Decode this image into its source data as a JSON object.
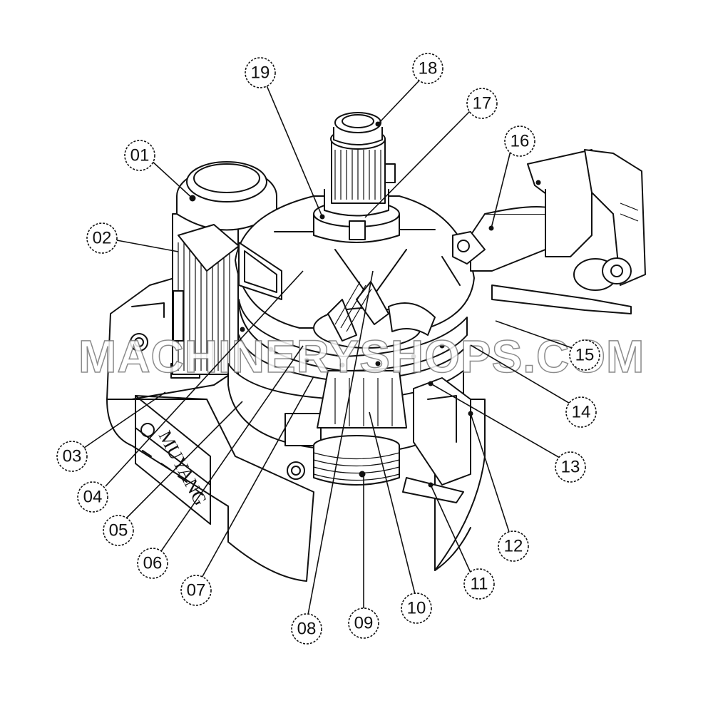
{
  "diagram": {
    "brand_label": "MUYANG",
    "watermark": "MACHINERYSHOPS.COM",
    "callouts": [
      {
        "id": "01",
        "label": "01"
      },
      {
        "id": "02",
        "label": "02"
      },
      {
        "id": "03",
        "label": "03"
      },
      {
        "id": "04",
        "label": "04"
      },
      {
        "id": "05",
        "label": "05"
      },
      {
        "id": "06",
        "label": "06"
      },
      {
        "id": "07",
        "label": "07"
      },
      {
        "id": "08",
        "label": "08"
      },
      {
        "id": "09",
        "label": "09"
      },
      {
        "id": "10",
        "label": "10"
      },
      {
        "id": "11",
        "label": "11"
      },
      {
        "id": "12",
        "label": "12"
      },
      {
        "id": "13",
        "label": "13"
      },
      {
        "id": "14",
        "label": "14"
      },
      {
        "id": "15",
        "label": "15"
      },
      {
        "id": "16",
        "label": "16"
      },
      {
        "id": "17",
        "label": "17"
      },
      {
        "id": "18",
        "label": "18"
      },
      {
        "id": "19",
        "label": "19"
      }
    ]
  }
}
